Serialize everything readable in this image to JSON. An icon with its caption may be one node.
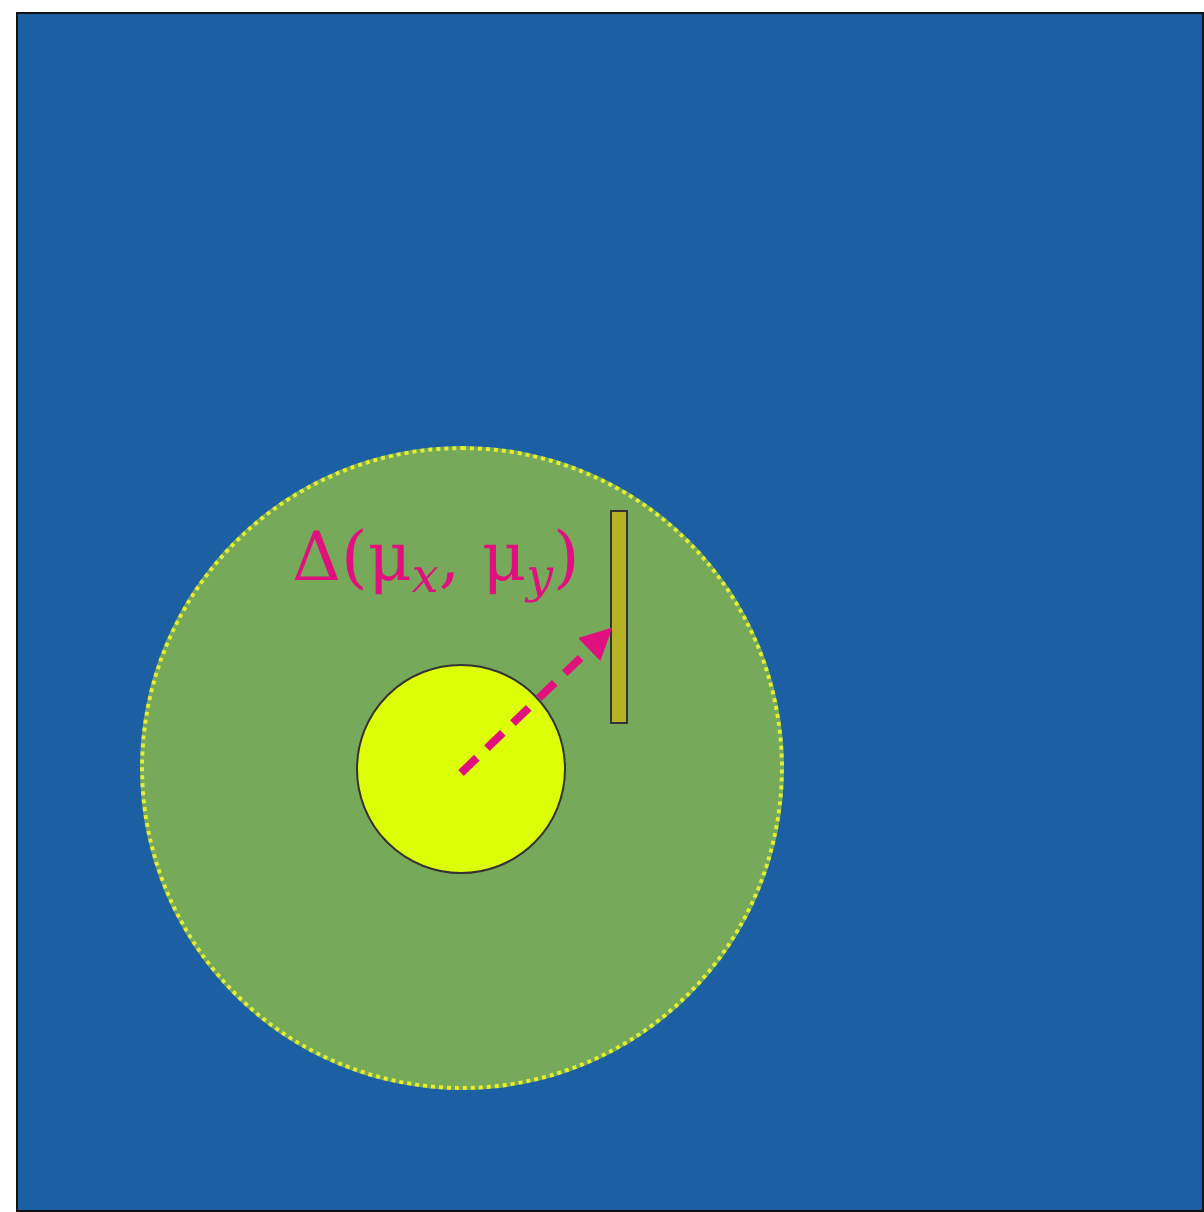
{
  "diagram": {
    "nodes": [
      {
        "text": [],
        "shape": "box"
      },
      {
        "text": [],
        "shape": "circle",
        "in": 0
      },
      {
        "text": [],
        "shape": "circle",
        "in": 1
      },
      {
        "text": [],
        "shape": "bar",
        "in": 1
      }
    ],
    "edges": [
      {
        "from": 2,
        "to": 3,
        "arrow": "to",
        "label": "Δ(μ$_{x}$, μ$_{y}$)",
        "style": "dashed",
        "color": "#e0117f"
      }
    ]
  }
}
